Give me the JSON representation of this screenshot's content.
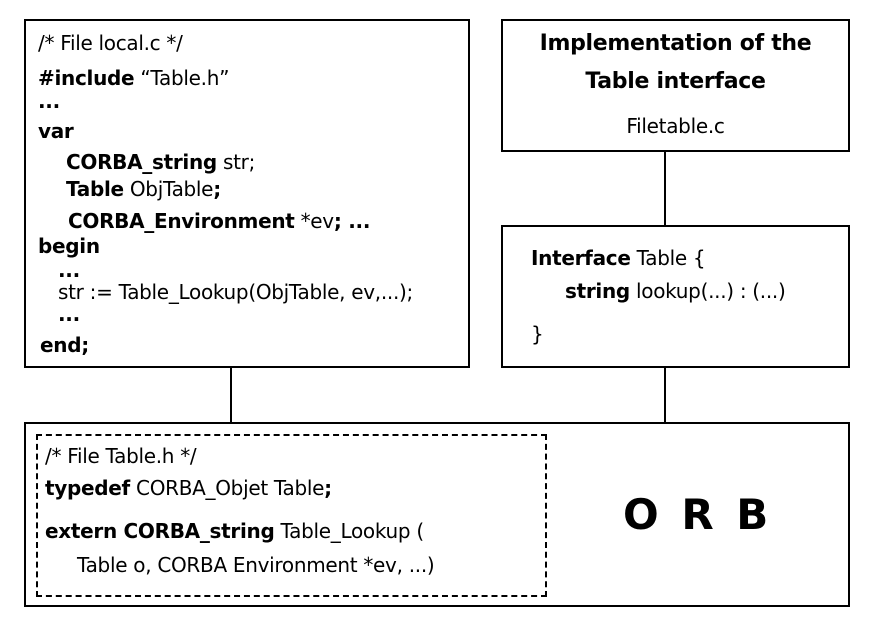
{
  "client_box": {
    "line1": "/* File local.c */",
    "include_kw": "#include",
    "include_file": " “Table.h”",
    "ellipsis1": "...",
    "var_kw": "var",
    "decl1_type": "CORBA_string",
    "decl1_rest": " str;",
    "decl2_type": "Table",
    "decl2_rest": " ObjTable",
    "decl2_semi": ";",
    "decl3_type": "CORBA_Environment",
    "decl3_rest": " *ev",
    "decl3_tail": "; ...",
    "begin_kw": "begin",
    "ellipsis2": "...",
    "call_line": "str := Table_Lookup(ObjTable, ev,...);",
    "ellipsis3": "...",
    "end_kw": "end;"
  },
  "impl_box": {
    "title_line1": "Implementation of the",
    "title_line2": "Table interface",
    "filename": "Filetable.c"
  },
  "interface_box": {
    "interface_kw": "Interface",
    "interface_rest": " Table {",
    "string_kw": "string",
    "method_rest": " lookup(...) : (...)",
    "close_brace": "}"
  },
  "header_box": {
    "line1": "/* File Table.h */",
    "typedef_kw": "typedef",
    "typedef_rest": " CORBA_Objet Table",
    "typedef_semi": ";",
    "extern_kw": "extern CORBA_string",
    "extern_rest": " Table_Lookup (",
    "params": "Table o, CORBA Environment *ev, ...)"
  },
  "orb_label": "O R B"
}
